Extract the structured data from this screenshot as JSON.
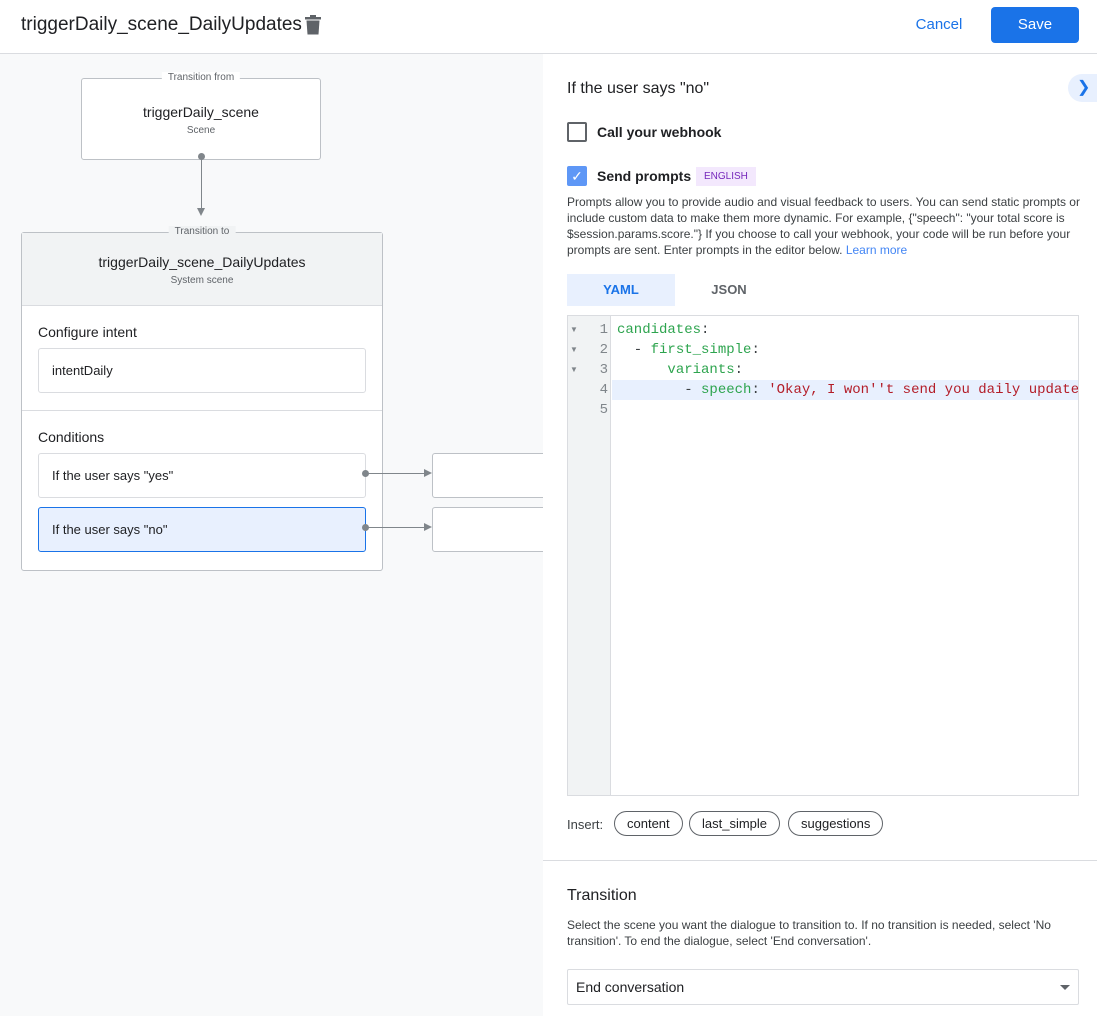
{
  "header": {
    "title": "triggerDaily_scene_DailyUpdates",
    "cancel": "Cancel",
    "save": "Save"
  },
  "canvas": {
    "from": {
      "label": "Transition from",
      "name": "triggerDaily_scene",
      "type": "Scene"
    },
    "to": {
      "label": "Transition to",
      "name": "triggerDaily_scene_DailyUpdates",
      "type": "System scene"
    },
    "intent_title": "Configure intent",
    "intent": "intentDaily",
    "conditions_title": "Conditions",
    "conditions": [
      "If the user says \"yes\"",
      "If the user says \"no\""
    ]
  },
  "panel": {
    "heading": "If the user says \"no\"",
    "webhook_label": "Call your webhook",
    "webhook_checked": false,
    "prompts_label": "Send prompts",
    "prompts_checked": true,
    "lang_badge": "ENGLISH",
    "description": "Prompts allow you to provide audio and visual feedback to users. You can send static prompts or include custom data to make them more dynamic. For example, {\"speech\": \"your total score is $session.params.score.\"} If you choose to call your webhook, your code will be run before your prompts are sent. Enter prompts in the editor below.",
    "learn_more": "Learn more",
    "tabs": [
      "YAML",
      "JSON"
    ],
    "active_tab": "YAML",
    "code": {
      "line_numbers": [
        "1",
        "2",
        "3",
        "4",
        "5"
      ],
      "l1k": "candidates",
      "l2k": "first_simple",
      "l3k": "variants",
      "l4k": "speech",
      "l4v": "'Okay, I won''t send you daily update"
    },
    "insert_label": "Insert:",
    "insert_chips": [
      "content",
      "last_simple",
      "suggestions"
    ],
    "transition_title": "Transition",
    "transition_desc": "Select the scene you want the dialogue to transition to. If no transition is needed, select 'No transition'. To end the dialogue, select 'End conversation'.",
    "transition_value": "End conversation"
  },
  "colors": {
    "accent": "#1a73e8",
    "selected": "#e8f0fe",
    "badge_bg": "#f3e8fd",
    "badge_fg": "#7627bb"
  }
}
